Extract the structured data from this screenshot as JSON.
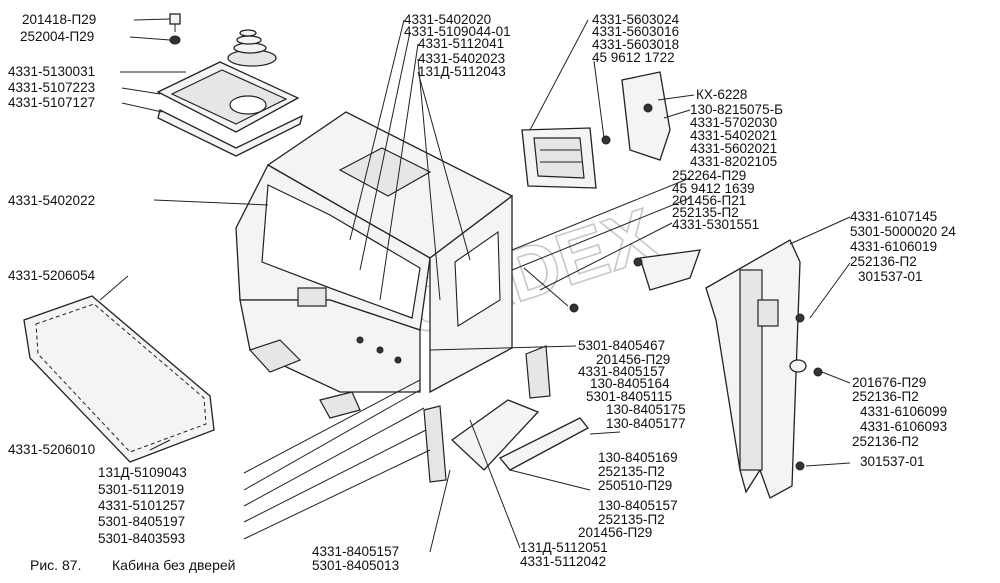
{
  "caption": {
    "number": "Рис. 87.",
    "title": "Кабина без дверей"
  },
  "watermark": "ORDEX",
  "labels": [
    "201418-П29",
    "252004-П29",
    "4331-5130031",
    "4331-5107223",
    "4331-5107127",
    "4331-5402022",
    "4331-5206054",
    "4331-5206010",
    "4331-5402020",
    "4331-5109044-01",
    "4331-5112041",
    "4331-5402023",
    "131Д-5112043",
    "4331-5603024",
    "4331-5603016",
    "4331-5603018",
    "45 9612 1722",
    "КХ-6228",
    "130-8215075-Б",
    "4331-5702030",
    "4331-5402021",
    "4331-5602021",
    "4331-8202105",
    "252264-П29",
    "45 9412 1639",
    "201456-П21",
    "252135-П2",
    "4331-5301551",
    "4331-6107145",
    "5301-5000020 24",
    "4331-6106019",
    "252136-П2",
    "301537-01",
    "5301-8405467",
    "201456-П29",
    "4331-8405157",
    "130-8405164",
    "5301-8405115",
    "130-8405175",
    "130-8405177",
    "130-8405169",
    "252135-П2",
    "250510-П29",
    "130-8405157",
    "252135-П2",
    "201456-П29",
    "131Д-5112051",
    "4331-5112042",
    "4331-8405157",
    "5301-8405013",
    "131Д-5109043",
    "5301-5112019",
    "4331-5101257",
    "5301-8405197",
    "5301-8403593",
    "201676-П29",
    "252136-П2",
    "4331-6106099",
    "4331-6106093",
    "252136-П2",
    "301537-01"
  ]
}
